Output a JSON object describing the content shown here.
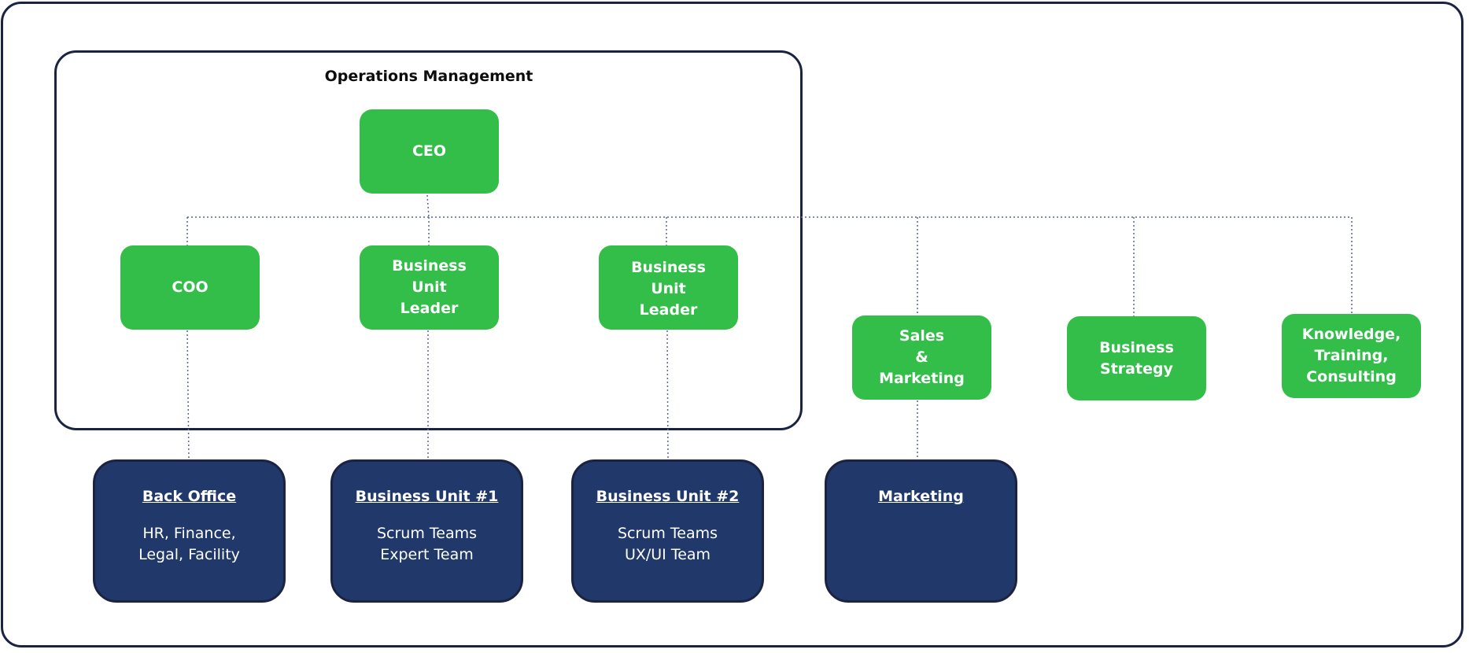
{
  "ops_group": {
    "title": "Operations Management"
  },
  "nodes": {
    "ceo": "CEO",
    "coo": "COO",
    "bul1": [
      "Business",
      "Unit",
      "Leader"
    ],
    "bul2": [
      "Business",
      "Unit",
      "Leader"
    ],
    "sales": [
      "Sales",
      "&",
      "Marketing"
    ],
    "strategy": [
      "Business",
      "Strategy"
    ],
    "knowledge": [
      "Knowledge,",
      "Training,",
      "Consulting"
    ]
  },
  "units": {
    "back_office": {
      "title": "Back Office",
      "lines": [
        "HR, Finance,",
        "Legal, Facility"
      ]
    },
    "bu1": {
      "title": "Business Unit #1",
      "lines": [
        "Scrum Teams",
        "Expert Team"
      ]
    },
    "bu2": {
      "title": "Business Unit #2",
      "lines": [
        "Scrum Teams",
        "UX/UI Team"
      ]
    },
    "marketing": {
      "title": "Marketing",
      "lines": []
    }
  },
  "colors": {
    "green": "#33be4a",
    "navy": "#21386a",
    "border": "#1c2340",
    "line": "#5a6690"
  }
}
